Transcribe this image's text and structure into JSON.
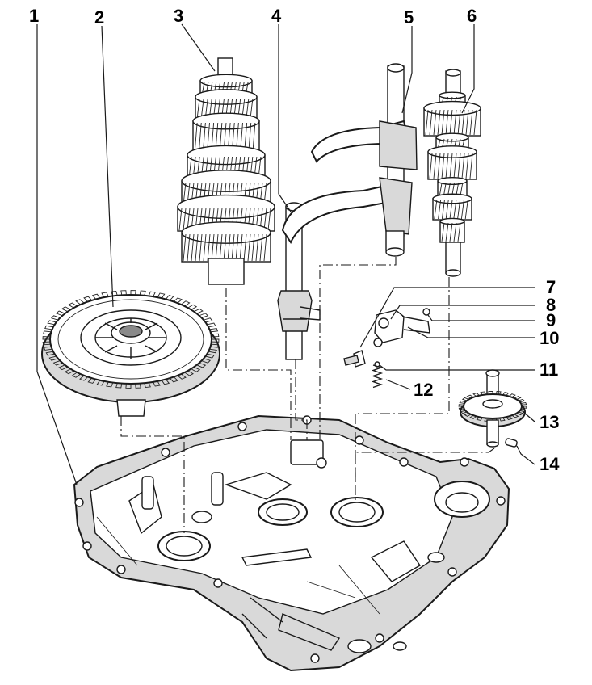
{
  "diagram": {
    "callouts": [
      "1",
      "2",
      "3",
      "4",
      "5",
      "6",
      "7",
      "8",
      "9",
      "10",
      "11",
      "12",
      "13",
      "14"
    ]
  },
  "colors": {
    "ink": "#1a1a1a",
    "paper": "#ffffff",
    "shade": "#d9d9d9"
  }
}
